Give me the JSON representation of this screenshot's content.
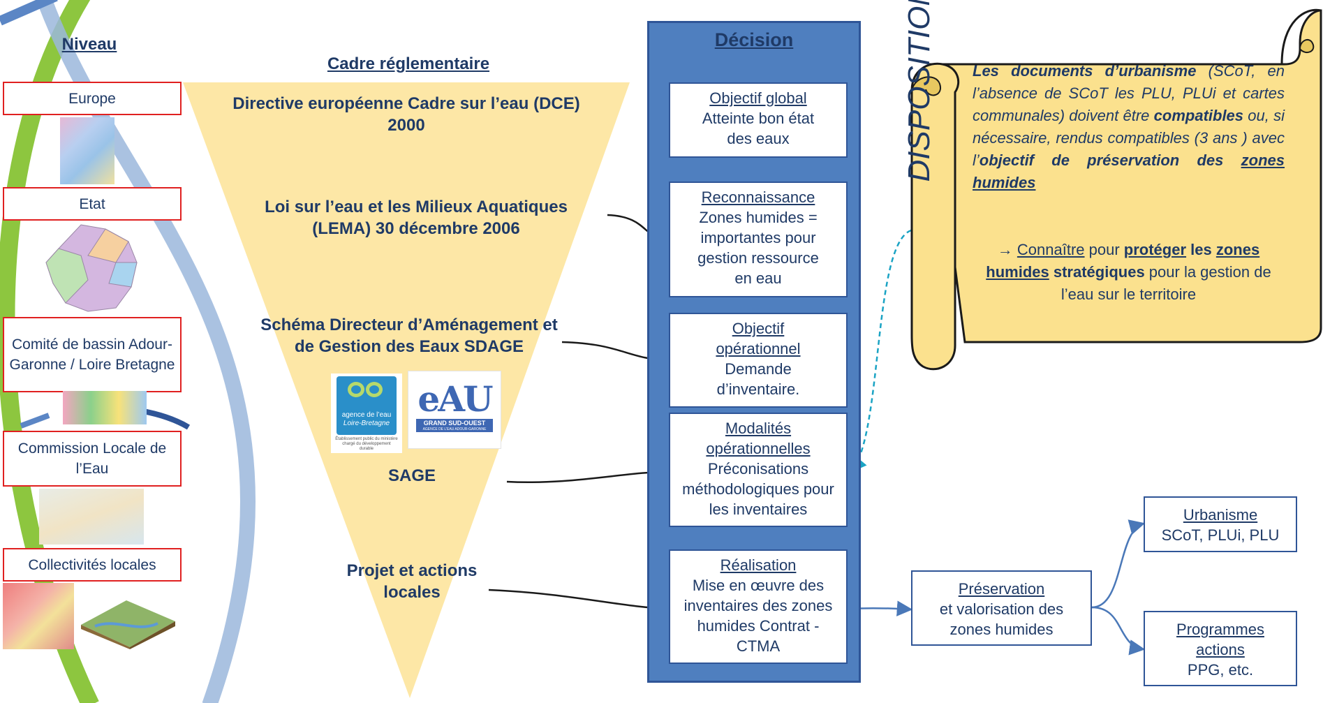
{
  "niveau": {
    "title": "Niveau",
    "levels": [
      "Europe",
      "Etat",
      "Comité de bassin Adour-Garonne / Loire Bretagne",
      "Commission Locale de l’Eau",
      "Collectivités locales"
    ]
  },
  "cadre": {
    "title": "Cadre réglementaire",
    "items": [
      "Directive européenne Cadre sur l’eau (DCE) 2000",
      "Loi sur l’eau et les Milieux Aquatiques (LEMA) 30 décembre 2006",
      "Schéma Directeur d’Aménagement et de Gestion des Eaux SDAGE",
      "SAGE",
      "Projet et actions locales"
    ]
  },
  "logos": {
    "agence_lb": {
      "line1": "agence de l’eau",
      "line2": "Loire-Bretagne",
      "tagline": "Établissement public du ministère chargé du développement durable"
    },
    "agence_ag": {
      "mark": "eAU",
      "line1": "GRAND SUD-OUEST",
      "line2": "AGENCE DE L’EAU ADOUR-GARONNE"
    }
  },
  "decision": {
    "title": "Décision",
    "boxes": [
      {
        "heading": "Objectif global",
        "body": "Atteinte bon état des eaux"
      },
      {
        "heading": "Reconnaissance",
        "body": "Zones humides = importantes pour gestion ressource en eau"
      },
      {
        "heading": "Objectif opérationnel",
        "body": "Demande d’inventaire."
      },
      {
        "heading": "Modalités opérationnelles",
        "body": "Préconisations méthodologiques pour les inventaires"
      },
      {
        "heading": "Réalisation",
        "body": "Mise en œuvre des inventaires des zones humides Contrat - CTMA"
      }
    ]
  },
  "outcomes": {
    "preservation": {
      "heading": "Préservation",
      "body": "et valorisation des zones humides"
    },
    "urbanisme": {
      "heading": "Urbanisme",
      "body": "SCoT, PLUi, PLU"
    },
    "programmes": {
      "heading": "Programmes actions",
      "body": "PPG, etc."
    }
  },
  "dispositions": {
    "label": "DISPOSITIONS",
    "p1_bold1": "Les documents d’urbanisme",
    "p1_text1": " (SCoT, en l’absence de SCoT les PLU, PLUi et cartes communales) doivent être ",
    "p1_bold2": "compatibles",
    "p1_text2": " ou, si nécessaire, rendus compatibles (3 ans ) avec l’",
    "p1_bold3": "objectif de préservation des ",
    "p1_bold4": "zones humides",
    "p2_arrow": "→ ",
    "p2_u1": "Connaître",
    "p2_t1": " pour ",
    "p2_b1": "protéger",
    "p2_b2": " les ",
    "p2_b3": "zones humides",
    "p2_b4": " stratégiques",
    "p2_t2": " pour la gestion de l’eau sur le territoire"
  },
  "colors": {
    "triangle": "#fde7a6",
    "decision_column": "#4f7fbf",
    "scroll": "#fbe18e",
    "level_border": "#e02020",
    "text": "#1f3a66",
    "arc_green": "#8dc63f",
    "arc_blue": "#9bb7dc"
  }
}
